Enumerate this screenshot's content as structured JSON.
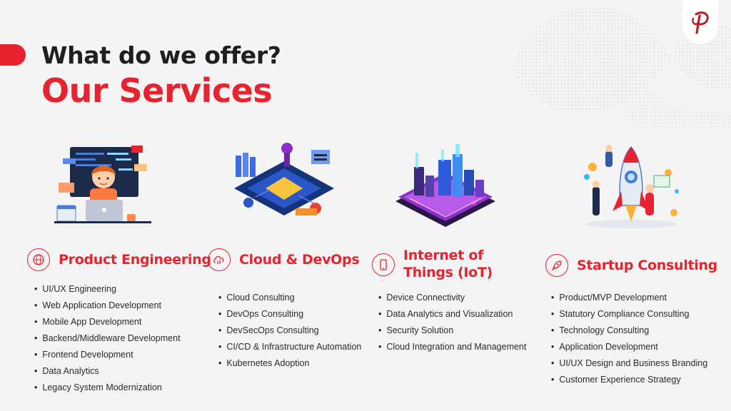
{
  "header": {
    "subtitle": "What do we offer?",
    "title": "Our Services"
  },
  "colors": {
    "accent": "#e8222e",
    "text": "#1f1f1f",
    "background": "#f4f4f4"
  },
  "services": [
    {
      "title": "Product Engineering",
      "icon": "globe-www-icon",
      "items": [
        "UI/UX Engineering",
        "Web Application Development",
        "Mobile App Development",
        "Backend/Middleware Development",
        "Frontend Development",
        "Data Analytics",
        "Legacy System Modernization"
      ]
    },
    {
      "title": "Cloud & DevOps",
      "icon": "cloud-chart-icon",
      "items": [
        "Cloud Consulting",
        "DevOps Consulting",
        "DevSecOps Consulting",
        "CI/CD & Infrastructure Automation",
        "Kubernetes Adoption"
      ]
    },
    {
      "title_line1": "Internet of",
      "title_line2": "Things (IoT)",
      "icon": "mobile-device-icon",
      "items": [
        "Device Connectivity",
        "Data Analytics and Visualization",
        "Security Solution",
        "Cloud Integration and Management"
      ]
    },
    {
      "title": "Startup Consulting",
      "icon": "rocket-icon",
      "items": [
        "Product/MVP Development",
        "Statutory Compliance Consulting",
        "Technology Consulting",
        "Application Development",
        "UI/UX Design and Business Branding",
        "Customer Experience Strategy"
      ]
    }
  ]
}
